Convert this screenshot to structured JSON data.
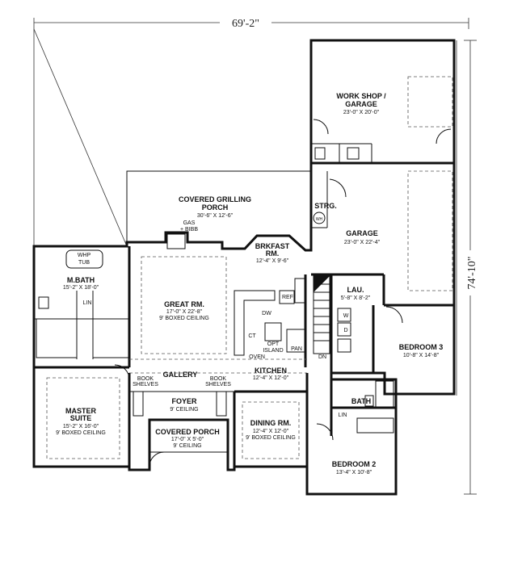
{
  "dimensions": {
    "width": "69'-2\"",
    "depth": "74'-10\""
  },
  "rooms": {
    "workshop": {
      "name1": "WORK SHOP /",
      "name2": "GARAGE",
      "size": "23'-0\" X 20'-0\""
    },
    "garage": {
      "name": "GARAGE",
      "size": "23'-0\" X 22'-4\""
    },
    "grilling": {
      "name1": "COVERED GRILLING",
      "name2": "PORCH",
      "size": "30'-6\" X 12'-6\""
    },
    "brkfast": {
      "name1": "BRKFAST",
      "name2": "RM.",
      "size": "12'-4\" X 9'-6\""
    },
    "mbath": {
      "name": "M.BATH",
      "size": "15'-2\" X 18'-0\""
    },
    "great": {
      "name": "GREAT RM.",
      "size": "17'-0\" X 22'-8\"",
      "ceiling": "9' BOXED CEILING"
    },
    "lau": {
      "name": "LAU.",
      "size": "5'-8\" X 8'-2\""
    },
    "bedroom3": {
      "name": "BEDROOM 3",
      "size": "10'-8\" X 14'-8\""
    },
    "kitchen": {
      "name": "KITCHEN",
      "size": "12'-4\" X 12'-0\""
    },
    "gallery": {
      "name": "GALLERY"
    },
    "master": {
      "name1": "MASTER",
      "name2": "SUITE",
      "size": "15'-2\" X 16'-0\"",
      "ceiling": "9' BOXED CEILING"
    },
    "foyer": {
      "name": "FOYER",
      "ceiling": "9' CEILING"
    },
    "dining": {
      "name": "DINING RM.",
      "size": "12'-4\" X 12'-0\"",
      "ceiling": "9' BOXED CEILING"
    },
    "porch": {
      "name": "COVERED PORCH",
      "size": "17'-0\" X 5'-0\"",
      "ceiling": "9' CEILING"
    },
    "bath": {
      "name": "BATH"
    },
    "bedroom2": {
      "name": "BEDROOM 2",
      "size": "13'-4\" X 10'-8\""
    }
  },
  "labels": {
    "strg": "STRG.",
    "wh": "WH",
    "gas1": "GAS",
    "gas2": "+ BIBB",
    "whp1": "WHP",
    "whp2": "TUB",
    "lin1": "LIN",
    "lin2": "LIN",
    "ref": "REF",
    "dw": "DW",
    "ct": "CT",
    "oven": "OVEN",
    "opt1": "OPT",
    "opt2": "ISLAND",
    "pan": "PAN",
    "dn": "DN",
    "w": "W",
    "d": "D",
    "book1a": "BOOK",
    "book1b": "SHELVES",
    "book2a": "BOOK",
    "book2b": "SHELVES"
  }
}
